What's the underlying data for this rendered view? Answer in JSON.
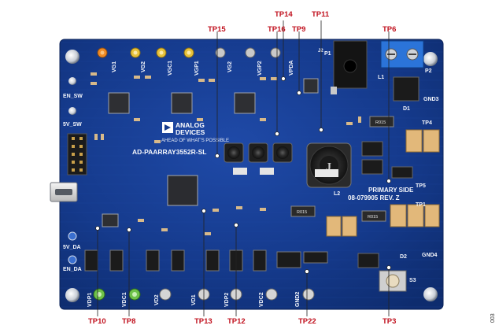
{
  "callouts": {
    "top": [
      "TP15",
      "TP16",
      "TP14",
      "TP9",
      "TP11",
      "TP6"
    ],
    "bottom": [
      "TP10",
      "TP8",
      "TP13",
      "TP12",
      "TP22",
      "TP3"
    ]
  },
  "silkscreen": {
    "brand_line1": "ANALOG",
    "brand_line2": "DEVICES",
    "tagline": "AHEAD OF WHAT'S POSSIBLE",
    "part_number": "AD-PAARRAY3552R-SL",
    "board_label_1": "PRIMARY SIDE",
    "board_label_2": "08-079905 REV. Z",
    "left_labels": [
      "EN_SW",
      "5V_SW",
      "5V_DA",
      "EN_DA"
    ],
    "top_labels": [
      "VG1",
      "VG2",
      "VGC1",
      "VGP1",
      "VG2",
      "VGP2",
      "VPDA",
      "J2"
    ],
    "bottom_labels": [
      "VDP1",
      "VDC1",
      "VD2",
      "VD1",
      "VDP2",
      "VDC2",
      "GND2"
    ],
    "right_labels": [
      "GND3",
      "TP4",
      "TP5",
      "TP1",
      "GND4",
      "D1",
      "D2",
      "P1",
      "P2",
      "L1",
      "L2",
      "S3"
    ],
    "inductor_text": "J",
    "chip_text": "R015"
  },
  "figure_number": "003"
}
